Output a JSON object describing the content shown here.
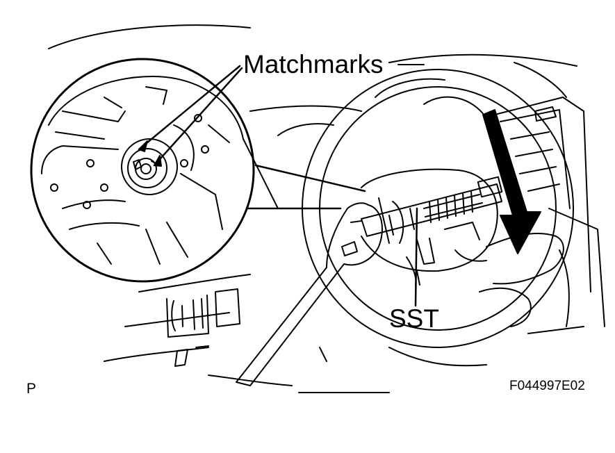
{
  "labels": {
    "matchmarks": "Matchmarks",
    "sst": "SST",
    "corner_mark": "P",
    "figure_code": "F044997E02"
  },
  "colors": {
    "ink": "#000000",
    "paper": "#ffffff"
  }
}
